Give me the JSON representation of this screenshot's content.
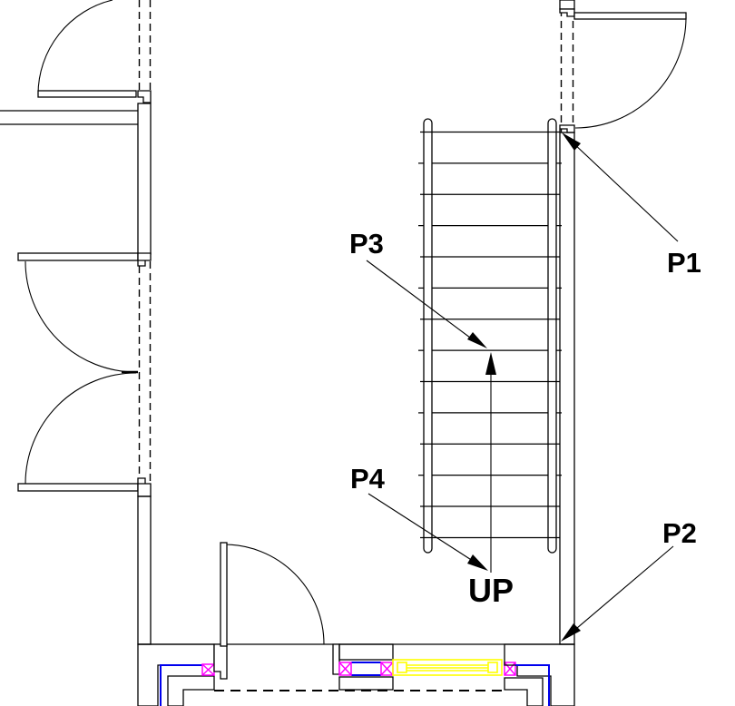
{
  "annotations": {
    "p1": "P1",
    "p2": "P2",
    "p3": "P3",
    "p4": "P4",
    "up": "UP"
  },
  "stair": {
    "tread_lines": 14
  },
  "colors": {
    "background": "#ffffff",
    "outline": "#000000",
    "hatch_red": "#e80000",
    "insulation_blue": "#0000ee",
    "frame_magenta": "#ff00ff",
    "window_yellow": "#ffff00"
  }
}
